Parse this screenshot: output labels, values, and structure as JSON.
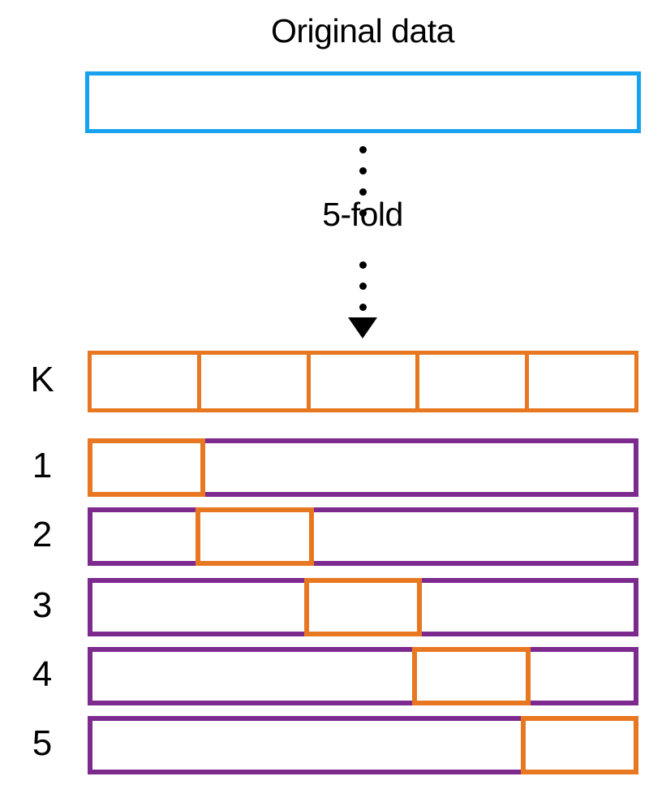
{
  "diagram": {
    "title": "Original data",
    "process_label": "5-fold",
    "colors": {
      "original_data_border": "#17a2f0",
      "fold_highlight": "#e87722",
      "fold_remainder": "#7d2a8e",
      "arrow": "#000000",
      "background": "#ffffff"
    },
    "arrow": {
      "top_dots": 4,
      "bottom_dots": 4,
      "head": "down-triangle"
    },
    "partition": {
      "label": "K",
      "segments": 5
    },
    "folds": [
      {
        "label": "1",
        "highlight_index": 1,
        "total_segments": 5
      },
      {
        "label": "2",
        "highlight_index": 2,
        "total_segments": 5
      },
      {
        "label": "3",
        "highlight_index": 3,
        "total_segments": 5
      },
      {
        "label": "4",
        "highlight_index": 4,
        "total_segments": 5
      },
      {
        "label": "5",
        "highlight_index": 5,
        "total_segments": 5
      }
    ]
  }
}
